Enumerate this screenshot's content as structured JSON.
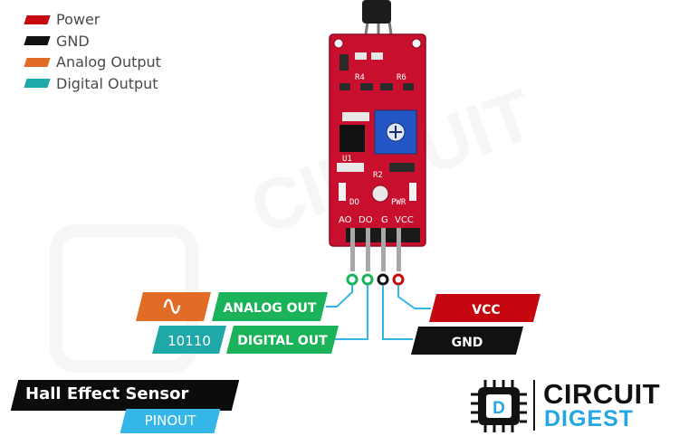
{
  "legend": [
    {
      "label": "Power",
      "color": "#c7070f"
    },
    {
      "label": "GND",
      "color": "#111111"
    },
    {
      "label": "Analog Output",
      "color": "#e26b26"
    },
    {
      "label": "Digital Output",
      "color": "#1ea8a8"
    }
  ],
  "board": {
    "pin_labels": [
      "AO",
      "DO",
      "G",
      "VCC"
    ],
    "silkscreen": {
      "r2": "R2",
      "r4": "R4",
      "r6": "R6",
      "do_led": "DO",
      "pwr_led": "PWR",
      "ic": "U1"
    }
  },
  "pins": {
    "analog_glyph": "∿",
    "analog_label": "ANALOG OUT",
    "digital_glyph": "10110",
    "digital_label": "DIGITAL OUT",
    "vcc_label": "VCC",
    "gnd_label": "GND"
  },
  "colors": {
    "pcb": "#c8102e",
    "analog": "#e26b26",
    "digital_glyph_bg": "#1ea8a8",
    "tag_green": "#1bb35a",
    "power": "#c7070f",
    "ground": "#111111",
    "wire": "#35b6e8"
  },
  "title": {
    "main": "Hall Effect Sensor",
    "sub": "PINOUT"
  },
  "logo": {
    "line1": "CIRCUIT",
    "line2": "DIGEST",
    "mark": "D",
    "icon": "chip-icon"
  }
}
